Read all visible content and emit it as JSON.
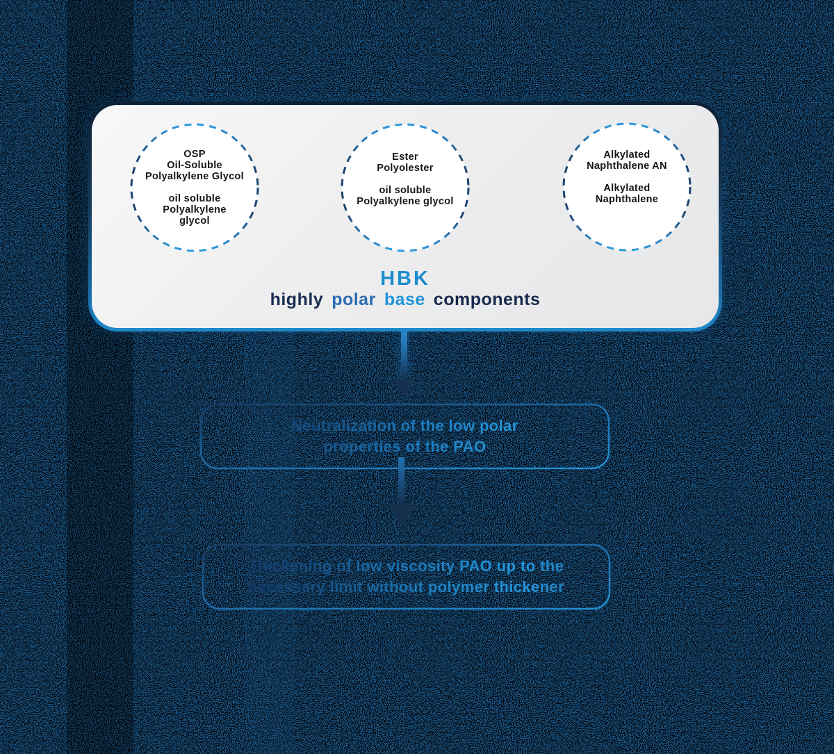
{
  "background": {
    "base_color": "#04090f",
    "speckle_color": "#1e629a"
  },
  "panel": {
    "title": "HBK",
    "title_color": "#1b8ccd",
    "subtitle_words": [
      {
        "text": "highly",
        "color": "#1b2e54"
      },
      {
        "text": "polar",
        "color": "#2a6cb0"
      },
      {
        "text": "base",
        "color": "#2095d8"
      },
      {
        "text": "components",
        "color": "#16294e"
      }
    ],
    "circles": [
      {
        "text": "OSP\nOil-Soluble\nPolyalkylene Glycol\n\noil soluble\nPolyalkylene\nglycol"
      },
      {
        "text": "Ester\nPolyolester\n\noil soluble\nPolyalkylene glycol"
      },
      {
        "text": "Alkylated\nNaphthalene AN\n\nAlkylated\nNaphthalene"
      }
    ],
    "dash_colors": {
      "bright": "#2e9ae0",
      "dark": "#1d4470"
    }
  },
  "flow": {
    "box1_text": "Neutralization of the low polar\nproperties of the PAO",
    "box2_text": "Thickening of low viscosity PAO up to the\nnecessary limit without polymer thickener",
    "accent_gradient": [
      "#112b4e",
      "#2496da"
    ]
  }
}
